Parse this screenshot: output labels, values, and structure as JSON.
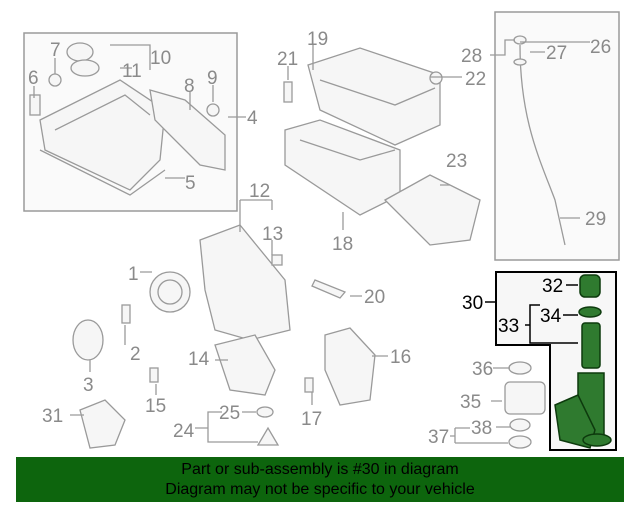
{
  "callouts": {
    "c1": "1",
    "c2": "2",
    "c3": "3",
    "c4": "4",
    "c5": "5",
    "c6": "6",
    "c7": "7",
    "c8": "8",
    "c9": "9",
    "c10": "10",
    "c11": "11",
    "c12": "12",
    "c13": "13",
    "c14": "14",
    "c15": "15",
    "c16": "16",
    "c17": "17",
    "c18": "18",
    "c19": "19",
    "c20": "20",
    "c21": "21",
    "c22": "22",
    "c23": "23",
    "c24": "24",
    "c25": "25",
    "c26": "26",
    "c27": "27",
    "c28": "28",
    "c29": "29",
    "c30": "30",
    "c31": "31",
    "c32": "32",
    "c33": "33",
    "c34": "34",
    "c35": "35",
    "c36": "36",
    "c37": "37",
    "c38": "38"
  },
  "highlight_color": "#2f7a2f",
  "banner": {
    "line1": "Part or sub-assembly is #30 in diagram",
    "line2": "Diagram may not be specific to your vehicle",
    "color": "#0d650d"
  }
}
